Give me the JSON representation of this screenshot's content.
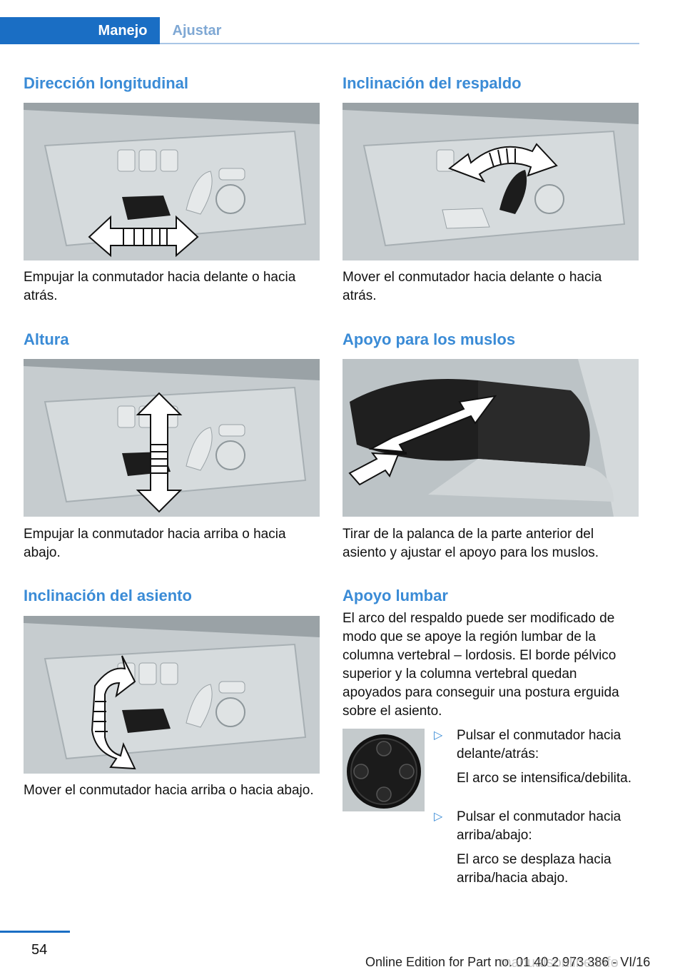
{
  "header": {
    "tab_active": "Manejo",
    "tab_inactive": "Ajustar"
  },
  "left": {
    "s1_title": "Dirección longitudinal",
    "s1_caption": "Empujar la conmutador hacia delante o hacia atrás.",
    "s2_title": "Altura",
    "s2_caption": "Empujar la conmutador hacia arriba o hacia abajo.",
    "s3_title": "Inclinación del asiento",
    "s3_caption": "Mover el conmutador hacia arriba o hacia abajo."
  },
  "right": {
    "s1_title": "Inclinación del respaldo",
    "s1_caption": "Mover el conmutador hacia delante o hacia atrás.",
    "s2_title": "Apoyo para los muslos",
    "s2_caption": "Tirar de la palanca de la parte anterior del asiento y ajustar el apoyo para los muslos.",
    "s3_title": "Apoyo lumbar",
    "s3_body": "El arco del respaldo puede ser modificado de modo que se apoye la región lumbar de la columna vertebral – lordosis. El borde pélvico superior y la columna vertebral quedan apoyados para conseguir una postura erguida sobre el asiento.",
    "bullets": [
      {
        "action": "Pulsar el conmutador hacia delante/atrás:",
        "result": "El arco se intensifica/debilita."
      },
      {
        "action": "Pulsar el conmutador hacia arriba/abajo:",
        "result": "El arco se desplaza hacia arriba/hacia abajo."
      }
    ]
  },
  "footer": {
    "page_number": "54",
    "edition": "Online Edition for Part no. 01 40 2 973 386 - VI/16",
    "watermark": "manualsonline.info"
  }
}
